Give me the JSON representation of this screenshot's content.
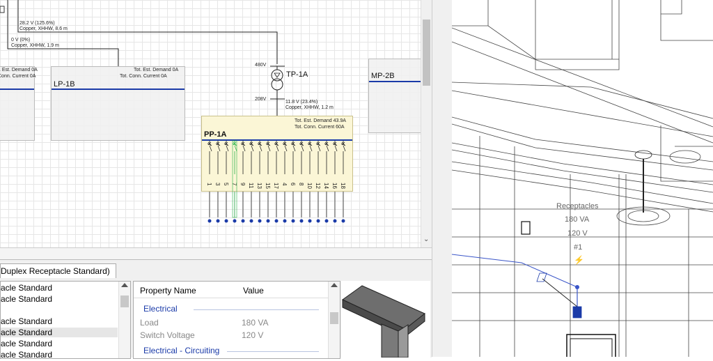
{
  "schematic": {
    "feeders": [
      {
        "rating": "28.2 V (125.6%)",
        "cable": "Copper, XHHW, 8.6 m"
      },
      {
        "rating": "0 V (0%)",
        "cable": "Copper, XHHW, 1.9 m"
      },
      {
        "rating": "11.8 V (23.4%)",
        "cable": "Copper, XHHW, 1.2 m"
      }
    ],
    "panels": {
      "left_partial": {
        "demand": "t. Est. Demand 0A",
        "conn": "Conn. Current 0A"
      },
      "lp1b": {
        "name": "LP-1B",
        "demand": "Tot. Est. Demand 0A",
        "conn": "Tot. Conn. Current 0A"
      },
      "pp1a": {
        "name": "PP-1A",
        "demand": "Tot. Est. Demand 43.9A",
        "conn": "Tot. Conn. Current 60A"
      },
      "mp2b": {
        "name": "MP-2B"
      }
    },
    "transformer": {
      "name": "TP-1A",
      "primary_voltage": "480V",
      "secondary_voltage": "208V"
    },
    "breaker_numbers": [
      "1",
      "3",
      "5",
      "7",
      "9",
      "11",
      "13",
      "15",
      "17",
      "4",
      "6",
      "8",
      "10",
      "12",
      "14",
      "16",
      "18"
    ],
    "colors": {
      "bus": "#1a3aa8",
      "highlight": "#2bb34a",
      "panel_fill": "#fbf6d6"
    }
  },
  "family_tab": {
    "label": "Duplex Receptacle Standard)"
  },
  "type_list": {
    "items": [
      "acle Standard",
      "acle Standard",
      "",
      "acle Standard",
      "acle Standard",
      "acle Standard",
      "acle Standard"
    ],
    "selected_index": 4
  },
  "properties": {
    "col_name": "Property Name",
    "col_value": "Value",
    "groups": [
      {
        "title": "Electrical",
        "rows": [
          {
            "name": "Load",
            "value": "180 VA"
          },
          {
            "name": "Switch Voltage",
            "value": "120 V"
          }
        ]
      },
      {
        "title": "Electrical - Circuiting",
        "rows": []
      }
    ]
  },
  "model_view": {
    "tag_lines": [
      "Receptacles",
      "180 VA",
      "120 V",
      "#1"
    ]
  }
}
